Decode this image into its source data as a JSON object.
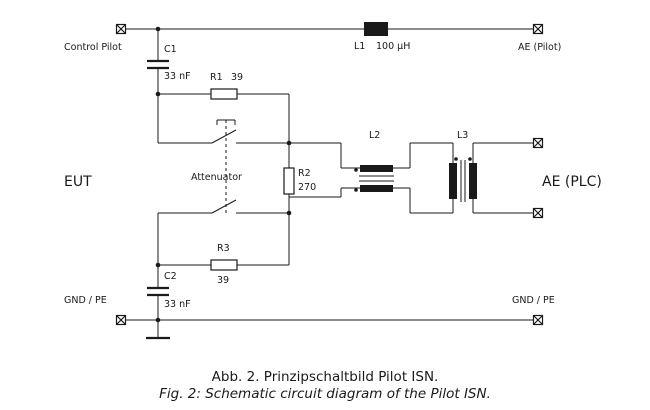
{
  "labels": {
    "control_pilot": "Control Pilot",
    "ae_pilot": "AE (Pilot)",
    "gnd_pe_left": "GND / PE",
    "gnd_pe_right": "GND / PE",
    "eut": "EUT",
    "ae_plc": "AE (PLC)",
    "attenuator": "Attenuator"
  },
  "components": {
    "c1": {
      "name": "C1",
      "value": "33 nF"
    },
    "c2": {
      "name": "C2",
      "value": "33 nF"
    },
    "r1": {
      "name": "R1",
      "value": "39"
    },
    "r2": {
      "name": "R2",
      "value": "270"
    },
    "r3": {
      "name": "R3",
      "value": "39"
    },
    "l1": {
      "name": "L1",
      "value": "100 µH"
    },
    "l2": {
      "name": "L2"
    },
    "l3": {
      "name": "L3"
    }
  },
  "caption": {
    "german": "Abb. 2. Prinzipschaltbild Pilot ISN.",
    "english": "Fig. 2: Schematic circuit diagram of the Pilot ISN."
  }
}
